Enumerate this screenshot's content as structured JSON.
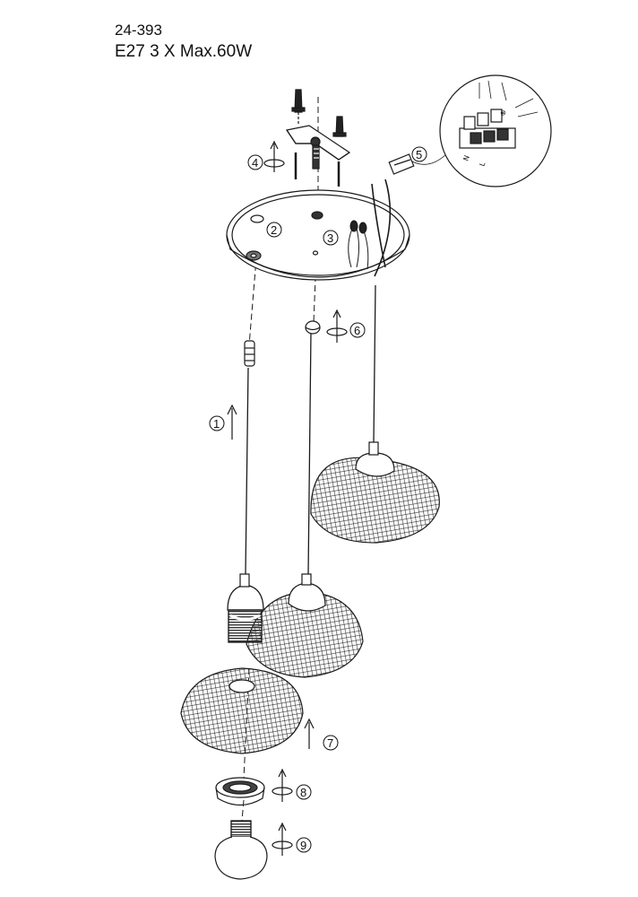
{
  "header": {
    "model": "24-393",
    "spec": "E27 3 X Max.60W"
  },
  "steps": [
    "1",
    "2",
    "3",
    "4",
    "5",
    "6",
    "7",
    "8",
    "9"
  ],
  "detail": {
    "labels": [
      "⊕",
      "N",
      "L"
    ]
  },
  "colors": {
    "line": "#1a1a1a",
    "paper": "#ffffff"
  },
  "icons": [
    "rotate-arrow-icon",
    "up-arrow-icon",
    "mesh-shade",
    "terminal-block-icon"
  ]
}
